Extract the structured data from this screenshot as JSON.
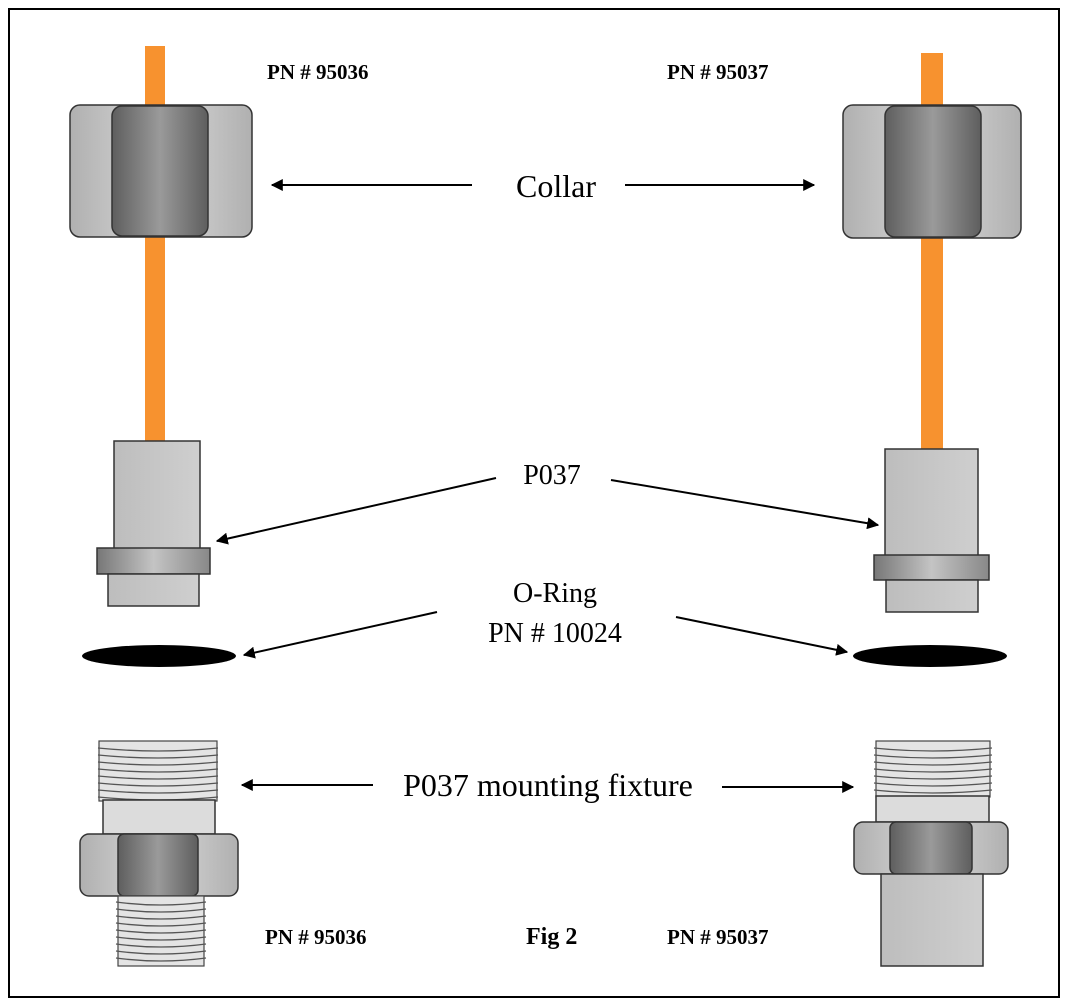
{
  "figure": {
    "caption": "Fig 2",
    "top_left_part_number": "PN # 95036",
    "top_right_part_number": "PN # 95037",
    "bottom_left_part_number": "PN # 95036",
    "bottom_right_part_number": "PN # 95037",
    "collar_label": "Collar",
    "sensor_label": "P037",
    "oring_label": "O-Ring",
    "oring_part_number": "PN # 10024",
    "fixture_label": "P037 mounting fixture"
  },
  "colors": {
    "cable": "#f7922f",
    "body_light": "#c8c8c8",
    "body_dark": "#7a7a7a",
    "oring": "#000000"
  }
}
